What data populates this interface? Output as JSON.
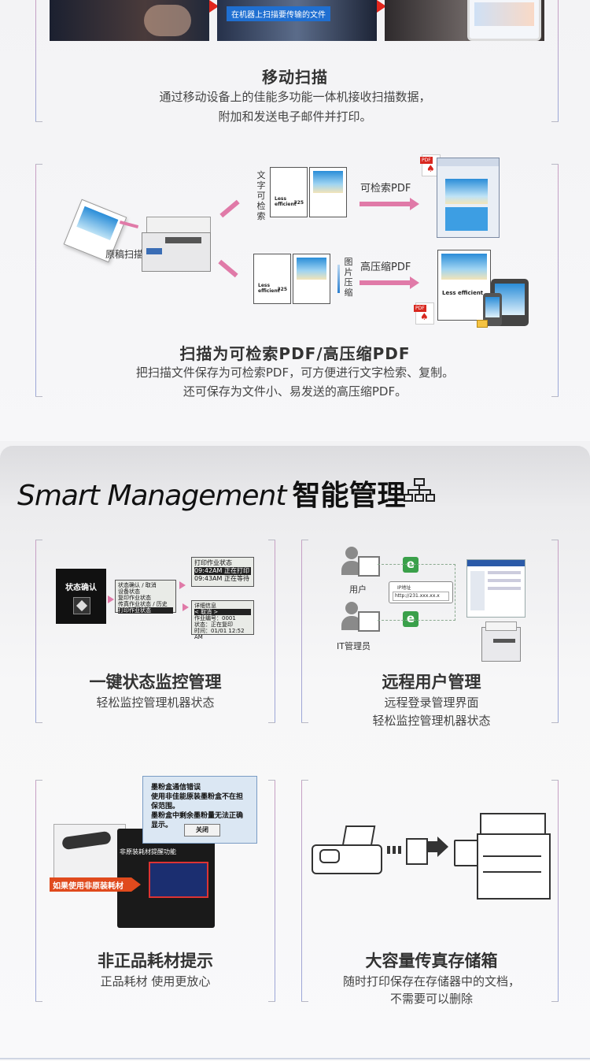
{
  "mobile_scan": {
    "photo_caption": "在机器上扫描要传输的文件",
    "title": "移动扫描",
    "desc_lines": [
      "通过移动设备上的佳能多功能一体机接收扫描数据，",
      "附加和发送电子邮件并打印。"
    ]
  },
  "pdf_scan": {
    "original_label": "原稿扫描",
    "searchable_vertical": "文字可检索",
    "searchable_label": "可检索PDF",
    "image_vertical": "图片压缩",
    "compact_label": "高压缩PDF",
    "paper_text": "Less efficient",
    "paper_number": "325",
    "pdf_tag": "PDF",
    "title": "扫描为可检索PDF/高压缩PDF",
    "desc_lines": [
      "把扫描文件保存为可检索PDF，可方便进行文字检索、复制。",
      "还可保存为文件小、易发送的高压缩PDF。"
    ]
  },
  "smart": {
    "heading_en": "Smart Management",
    "heading_zh": "智能管理",
    "heading_icon": "network-icon"
  },
  "status_card": {
    "button_label": "状态确认",
    "menu_lines": [
      "状态确认 / 取消",
      "设备状态",
      "复印作业状态",
      "传真作业状态 / 历史",
      "打印作业状态"
    ],
    "print_status_lines": [
      "打印作业状态",
      "09:42AM 正在打印",
      "09:43AM 正在等待"
    ],
    "detail_lines": [
      "详细信息",
      "< 取消 >",
      "作业编号：0001",
      "状态：正在复印",
      "时间：01/01 12:52 AM"
    ],
    "title": "一键状态监控管理",
    "desc_lines": [
      "轻松监控管理机器状态"
    ]
  },
  "remote_card": {
    "user_label": "用户",
    "it_label": "IT管理员",
    "ip_label": "IP地址",
    "url": "http://231.xxx.xx.x",
    "e_letter": "e",
    "title": "远程用户管理",
    "desc_lines": [
      "远程登录管理界面",
      "轻松监控管理机器状态"
    ]
  },
  "toner_card": {
    "dialog_lines": [
      "墨粉盒通信错误",
      "使用非佳能原装墨粉盒不在担保范围。",
      "墨粉盒中剩余墨粉量无法正确显示。"
    ],
    "dialog_button": "关闭",
    "panel_caption": "非原装耗材提醒功能",
    "warning_tag": "如果使用非原装耗材",
    "title": "非正品耗材提示",
    "desc_lines": [
      "正品耗材 使用更放心"
    ]
  },
  "fax_card": {
    "title": "大容量传真存储箱",
    "desc_lines": [
      "随时打印保存在存储器中的文档，",
      "不需要可以删除"
    ]
  },
  "colors": {
    "accent_red": "#e2261d",
    "arrow_pink": "#e07aa8",
    "ie_green": "#3aa04a"
  }
}
